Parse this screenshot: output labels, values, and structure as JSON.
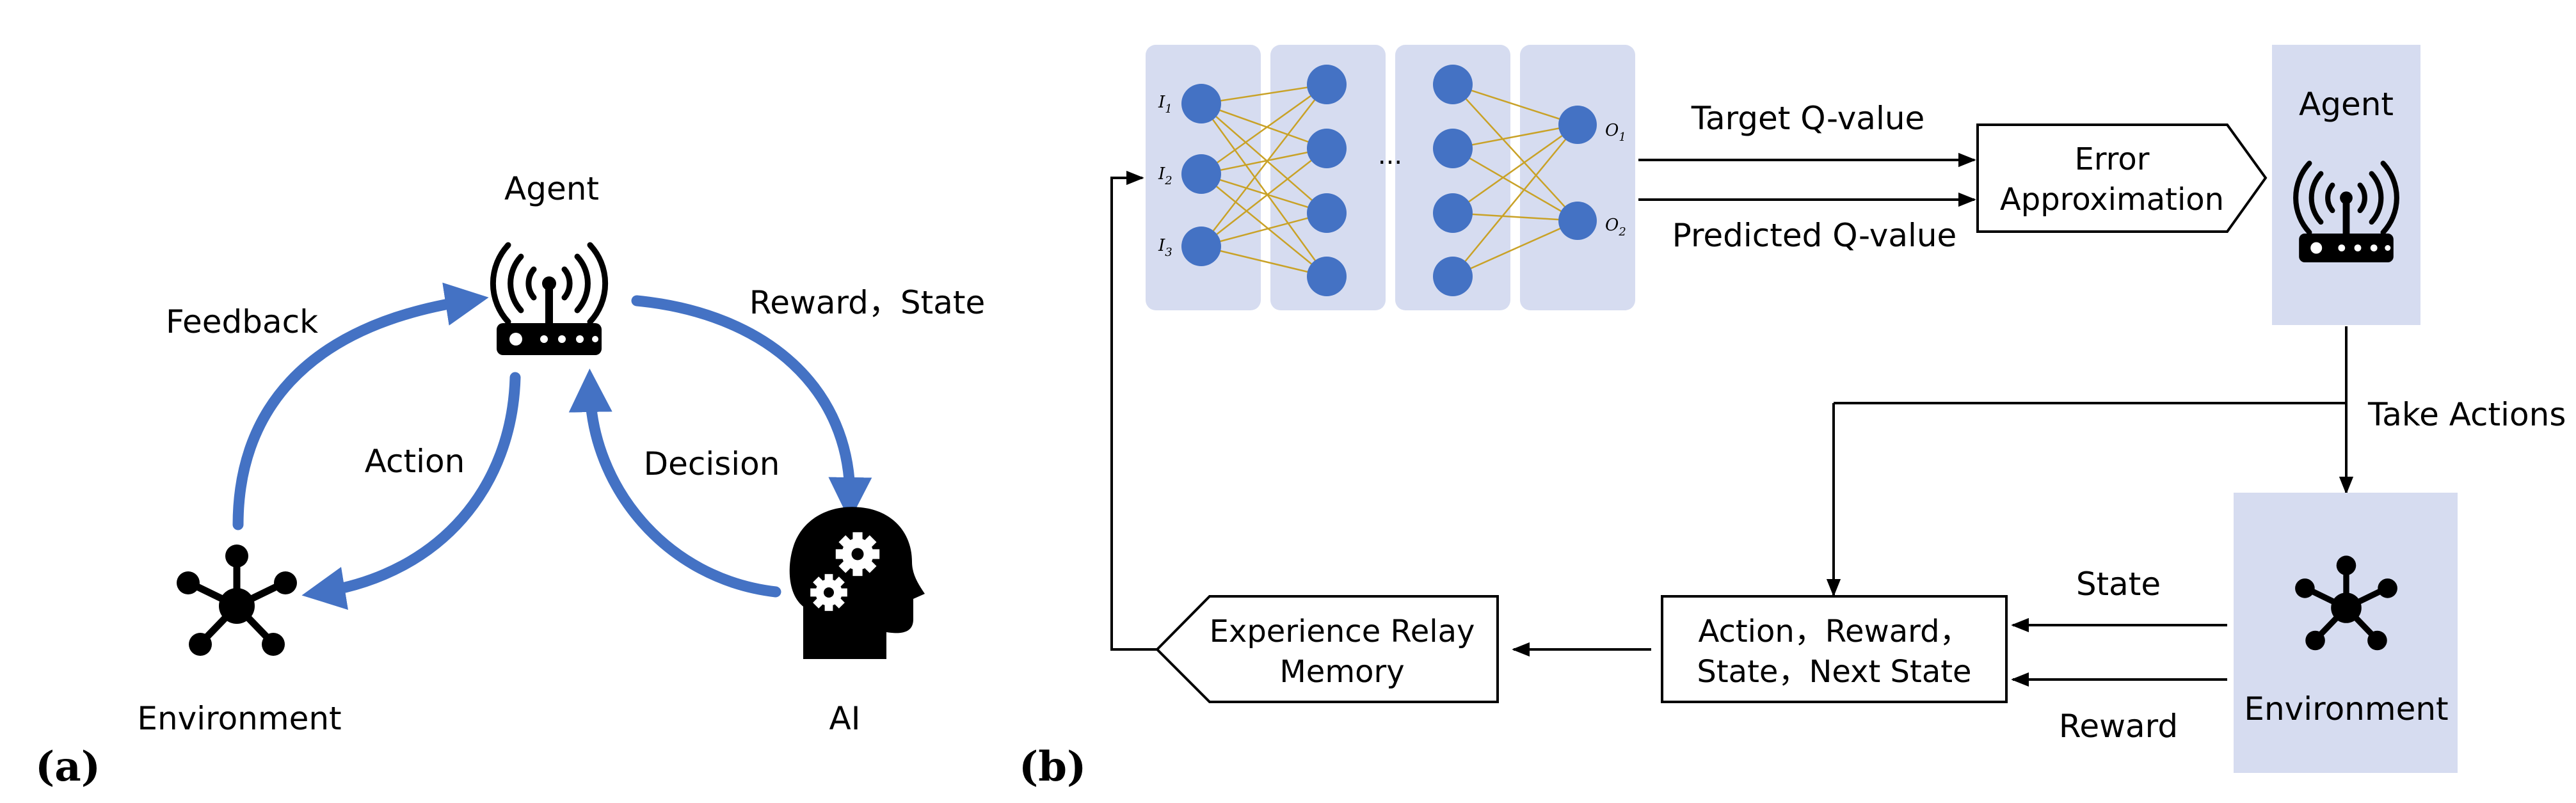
{
  "panel_a": {
    "tag": "(a)",
    "agent_label": "Agent",
    "feedback_label": "Feedback",
    "reward_state_label": "Reward，State",
    "action_label": "Action",
    "decision_label": "Decision",
    "environment_label": "Environment",
    "ai_label": "AI"
  },
  "panel_b": {
    "tag": "(b)",
    "network": {
      "input_labels": [
        "I",
        "I",
        "I"
      ],
      "input_subs": [
        "1",
        "2",
        "3"
      ],
      "output_labels": [
        "O",
        "O"
      ],
      "output_subs": [
        "1",
        "2"
      ],
      "ellipsis": "..."
    },
    "target_q_label": "Target Q-value",
    "predicted_q_label": "Predicted Q-value",
    "error_box": {
      "line1": "Error",
      "line2": "Approximation"
    },
    "agent_label": "Agent",
    "take_actions_label": "Take Actions",
    "environment_label": "Environment",
    "state_label": "State",
    "reward_label": "Reward",
    "transition_box": {
      "line1": "Action，Reward，",
      "line2": "State，Next State"
    },
    "memory_box": {
      "line1": "Experience Relay",
      "line2": "Memory"
    }
  },
  "colors": {
    "arc_blue": "#4472C4",
    "node_blue": "#4472C4",
    "panel_fill": "#D6DCF0",
    "edge_gold": "#C9A227",
    "line": "#000000"
  },
  "icons": [
    "router-icon",
    "network-hub-icon",
    "head-gears-icon"
  ]
}
